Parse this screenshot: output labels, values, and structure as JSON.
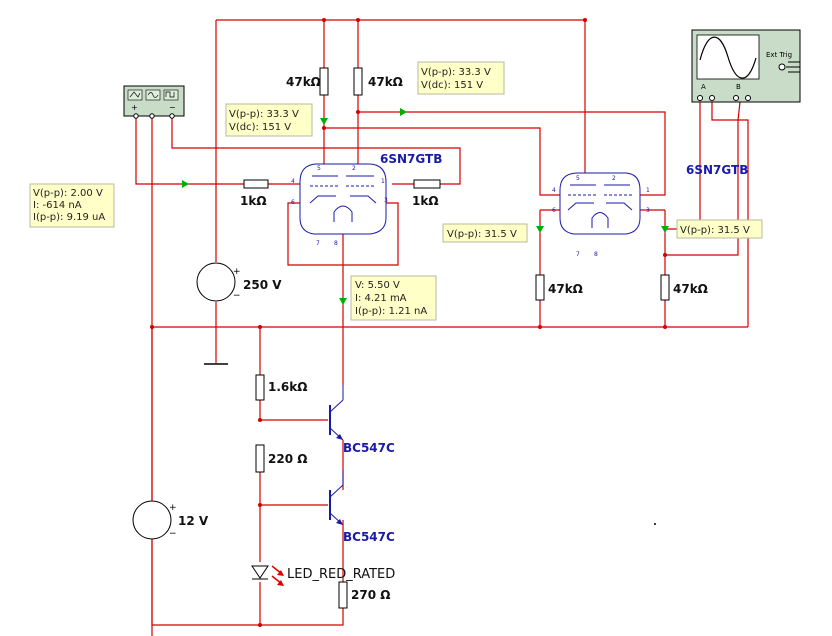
{
  "tubes": {
    "left": {
      "label": "6SN7GTB"
    },
    "right": {
      "label": "6SN7GTB"
    }
  },
  "resistors": {
    "r_plate1": "47kΩ",
    "r_plate2": "47kΩ",
    "r_in1": "1kΩ",
    "r_in2": "1kΩ",
    "r_cath1": "47kΩ",
    "r_cath2": "47kΩ",
    "r_bias1": "1.6kΩ",
    "r_bias2": "220 Ω",
    "r_led": "270 Ω"
  },
  "sources": {
    "hv": "250 V",
    "lv": "12 V"
  },
  "transistors": {
    "q1": "BC547C",
    "q2": "BC547C"
  },
  "led": {
    "label": "LED_RED_RATED"
  },
  "oscilloscope": {
    "ext_trig": "Ext Trig",
    "ch_a": "A",
    "ch_b": "B"
  },
  "probes": {
    "p1": {
      "line1": "V(p-p): 33.3 V",
      "line2": "V(dc): 151 V"
    },
    "p2": {
      "line1": "V(p-p): 33.3 V",
      "line2": "V(dc): 151 V"
    },
    "p3": {
      "line1": "V(p-p): 2.00 V",
      "line2": "I: -614 nA",
      "line3": "I(p-p): 9.19 uA"
    },
    "p4": {
      "line1": "V: 5.50 V",
      "line2": "I: 4.21 mA",
      "line3": "I(p-p): 1.21 nA"
    },
    "p5": {
      "line1": "V(p-p): 31.5 V"
    },
    "p6": {
      "line1": "V(p-p): 31.5 V"
    }
  },
  "colors": {
    "wire": "#d40000",
    "component": "#000000",
    "label_blue": "#1a1aa8",
    "probe_bg": "#ffffc8"
  }
}
